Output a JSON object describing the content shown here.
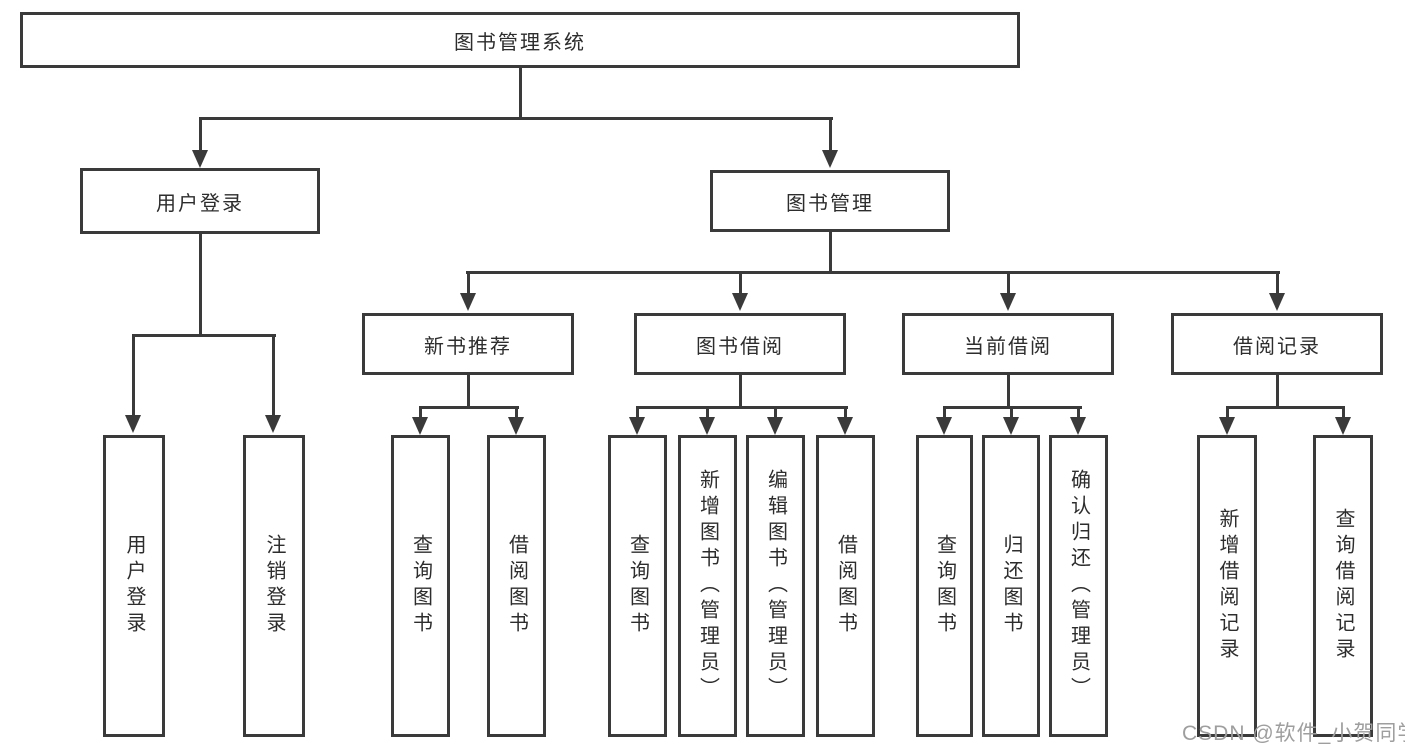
{
  "colors": {
    "line": "#3a3a3a",
    "text": "#2d2d2d",
    "watermark": "#9e9e9e",
    "background": "#ffffff"
  },
  "diagram": {
    "type": "hierarchy-tree",
    "tree": {
      "label": "图书管理系统",
      "children": [
        {
          "label": "用户登录",
          "children": [
            {
              "label": "用户登录"
            },
            {
              "label": "注销登录"
            }
          ]
        },
        {
          "label": "图书管理",
          "children": [
            {
              "label": "新书推荐",
              "children": [
                {
                  "label": "查询图书"
                },
                {
                  "label": "借阅图书"
                }
              ]
            },
            {
              "label": "图书借阅",
              "children": [
                {
                  "label": "查询图书"
                },
                {
                  "label": "新增图书（管理员）"
                },
                {
                  "label": "编辑图书（管理员）"
                },
                {
                  "label": "借阅图书"
                }
              ]
            },
            {
              "label": "当前借阅",
              "children": [
                {
                  "label": "查询图书"
                },
                {
                  "label": "归还图书"
                },
                {
                  "label": "确认归还（管理员）"
                }
              ]
            },
            {
              "label": "借阅记录",
              "children": [
                {
                  "label": "新增借阅记录"
                },
                {
                  "label": "查询借阅记录"
                }
              ]
            }
          ]
        }
      ]
    }
  },
  "watermark": {
    "text": "CSDN @软件_小贺同学"
  }
}
